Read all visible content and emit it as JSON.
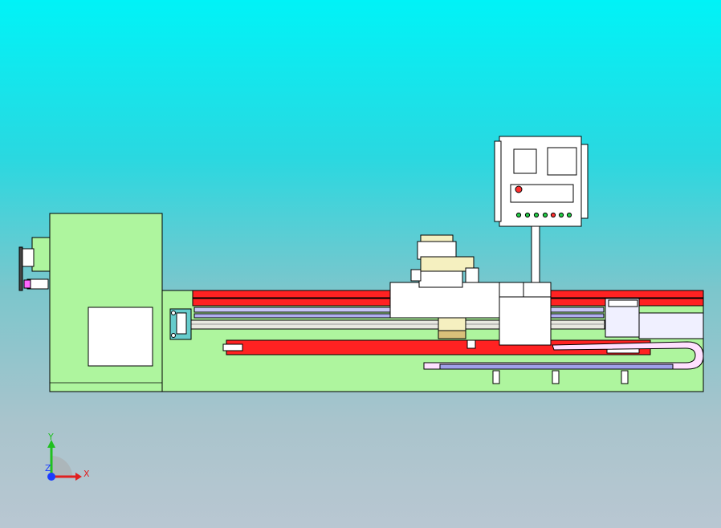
{
  "scene": {
    "background_top": "#00f3f7",
    "background_bottom": "#b9c7d2",
    "colors": {
      "base": "#aef59e",
      "rail": "#ff0000",
      "panel": "#ffffff",
      "guide": "#b0aef0",
      "outline": "#000000"
    }
  },
  "triad": {
    "x_label": "X",
    "y_label": "Y",
    "z_label": "Z"
  }
}
